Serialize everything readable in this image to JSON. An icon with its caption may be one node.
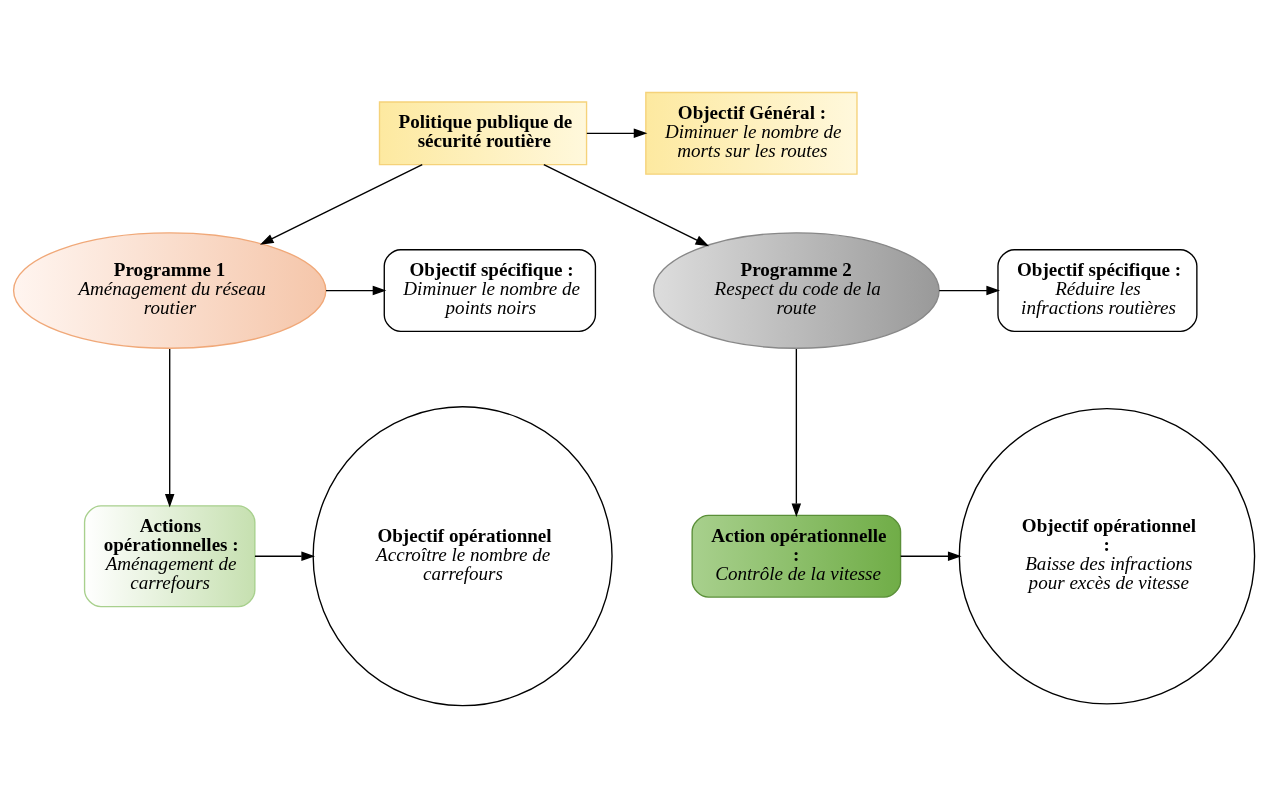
{
  "diagram": {
    "nodes": [
      {
        "text": [
          "Politique publique de sécurité routière"
        ]
      },
      {
        "text": [
          "Objectif Général :",
          "Diminuer le nombre de morts sur les routes"
        ]
      },
      {
        "text": [
          "Programme 1",
          "Aménagement du réseau routier"
        ]
      },
      {
        "text": [
          "Objectif spécifique :",
          "Diminuer le nombre de points noirs"
        ]
      },
      {
        "text": [
          "Programme 2",
          "Respect du code de la route"
        ]
      },
      {
        "text": [
          "Objectif spécifique :",
          "Réduire les infractions routières"
        ]
      },
      {
        "text": [
          "Actions opérationnelles :",
          "Aménagement de carrefours"
        ]
      },
      {
        "text": [
          "Objectif opérationnel",
          "Accroître le nombre de carrefours"
        ]
      },
      {
        "text": [
          "Action opérationnelle :",
          "Contrôle de la vitesse"
        ]
      },
      {
        "text": [
          "Objectif opérationnel :",
          "Baisse des infractions pour excès de vitesse"
        ]
      }
    ],
    "edges": [
      {
        "from": 0,
        "to": 1,
        "arrow": "to"
      },
      {
        "from": 0,
        "to": 2,
        "arrow": "to"
      },
      {
        "from": 0,
        "to": 4,
        "arrow": "to"
      },
      {
        "from": 2,
        "to": 3,
        "arrow": "to"
      },
      {
        "from": 2,
        "to": 6,
        "arrow": "to"
      },
      {
        "from": 6,
        "to": 7,
        "arrow": "to"
      },
      {
        "from": 4,
        "to": 5,
        "arrow": "to"
      },
      {
        "from": 4,
        "to": 8,
        "arrow": "to"
      },
      {
        "from": 8,
        "to": 9,
        "arrow": "to"
      }
    ]
  }
}
